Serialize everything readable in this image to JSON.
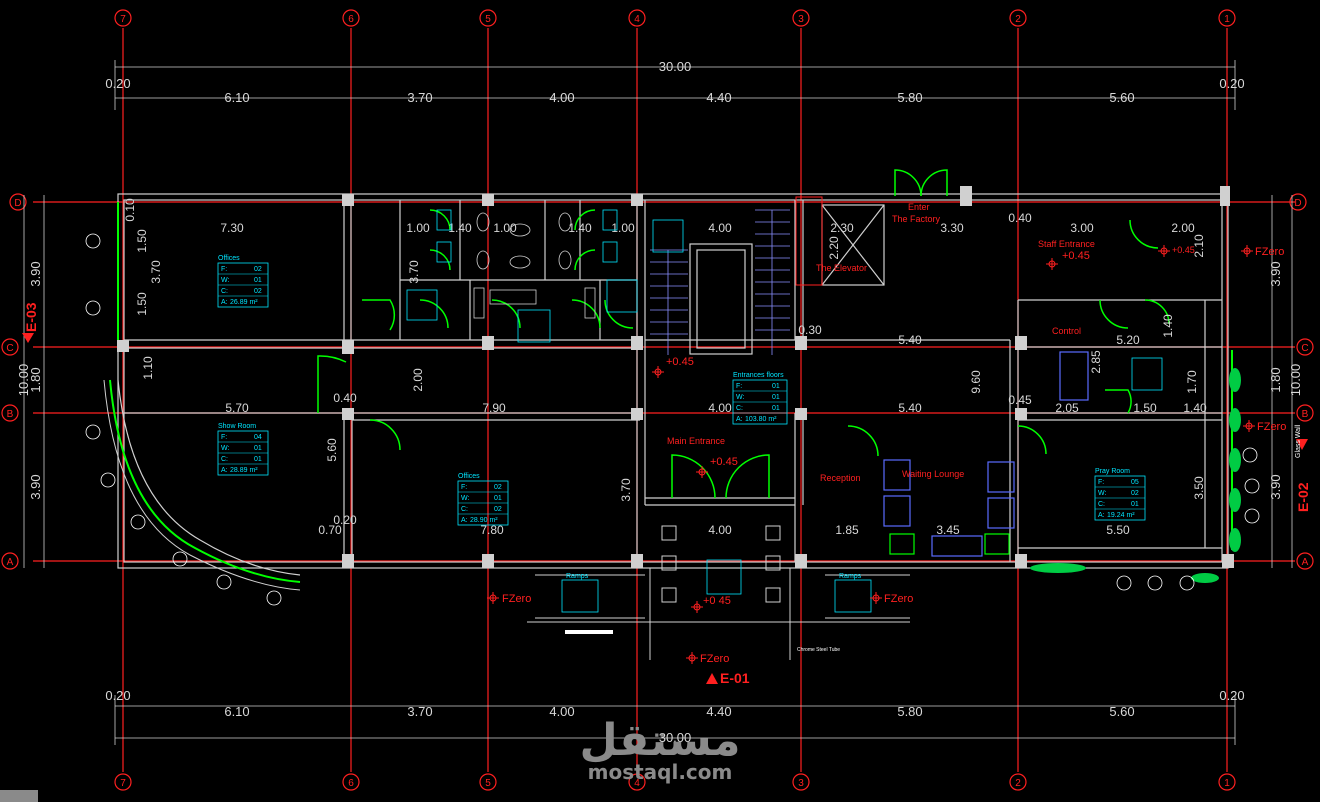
{
  "grid": {
    "columns": [
      "7",
      "6",
      "5",
      "4",
      "3",
      "2",
      "1"
    ],
    "rows": [
      "D",
      "C",
      "B",
      "A"
    ]
  },
  "dims": {
    "overall": "30.00",
    "edge": "0.20",
    "spans": [
      "6.10",
      "3.70",
      "4.00",
      "4.40",
      "5.80",
      "5.60"
    ],
    "left_vertical": [
      "3.90",
      "1.80",
      "3.90"
    ],
    "left_total": "10.00",
    "right_vertical": [
      "3.90",
      "1.80",
      "3.90"
    ],
    "right_total": "10.00"
  },
  "interior_dims": [
    "7.30",
    "1.50",
    "3.70",
    "1.50",
    "1.10",
    "5.70",
    "3.70",
    "1.00",
    "1.40",
    "1.00",
    "1.40",
    "1.00",
    "4.00",
    "2.30",
    "2.20",
    "3.30",
    "0.40",
    "3.00",
    "2.00",
    "2.10",
    "2.00",
    "7.90",
    "4.00",
    "5.40",
    "5.40",
    "9.60",
    "0.45",
    "2.05",
    "1.50",
    "1.40",
    "5.20",
    "1.40",
    "5.60",
    "3.70",
    "4.00",
    "1.85",
    "3.45",
    "5.50",
    "3.50",
    "2.85",
    "7.80",
    "0.70",
    "0.40",
    "0.20",
    "1.70",
    "0.10",
    "0.30"
  ],
  "rooms": [
    {
      "name": "Offices",
      "F": "02",
      "W": "01",
      "C": "02",
      "A": "26.89 m²"
    },
    {
      "name": "Show Room",
      "F": "04",
      "W": "01",
      "C": "01",
      "A": "28.89 m²"
    },
    {
      "name": "Offices",
      "F": "02",
      "W": "01",
      "C": "02",
      "A": "28.90 m²"
    },
    {
      "name": "Entrances floors",
      "F": "01",
      "W": "01",
      "C": "01",
      "A": "103.80 m²"
    },
    {
      "name": "Pray Room",
      "F": "05",
      "W": "02",
      "C": "01",
      "A": "19.24 m²"
    }
  ],
  "labels": {
    "the_elevator": "The Elevator",
    "enter_factory_1": "Enter",
    "enter_factory_2": "The Factory",
    "staff_entrance": "Staff Entrance",
    "plus_045": "+0.45",
    "control": "Control",
    "main_entrance": "Main Entrance",
    "reception": "Reception",
    "waiting_lounge": "Waiting  Lounge",
    "fzero": "FZero",
    "e01": "E-01",
    "e02": "E-02",
    "e03": "E-03",
    "glass_wall": "Glass Wall",
    "chrome_steel_tube": "Chrome Steel Tube",
    "ramps": "Ramps",
    "plus_045_spaced": "+0 45"
  },
  "watermark": {
    "arabic": "مستقل",
    "latin": "mostaql.com"
  },
  "colors": {
    "background": "#000000",
    "grid_red": "#ff2020",
    "walls": "#d0d0d0",
    "doors": "#00ff00",
    "tags": "#00e5ff",
    "furniture": "#5a6cff"
  }
}
